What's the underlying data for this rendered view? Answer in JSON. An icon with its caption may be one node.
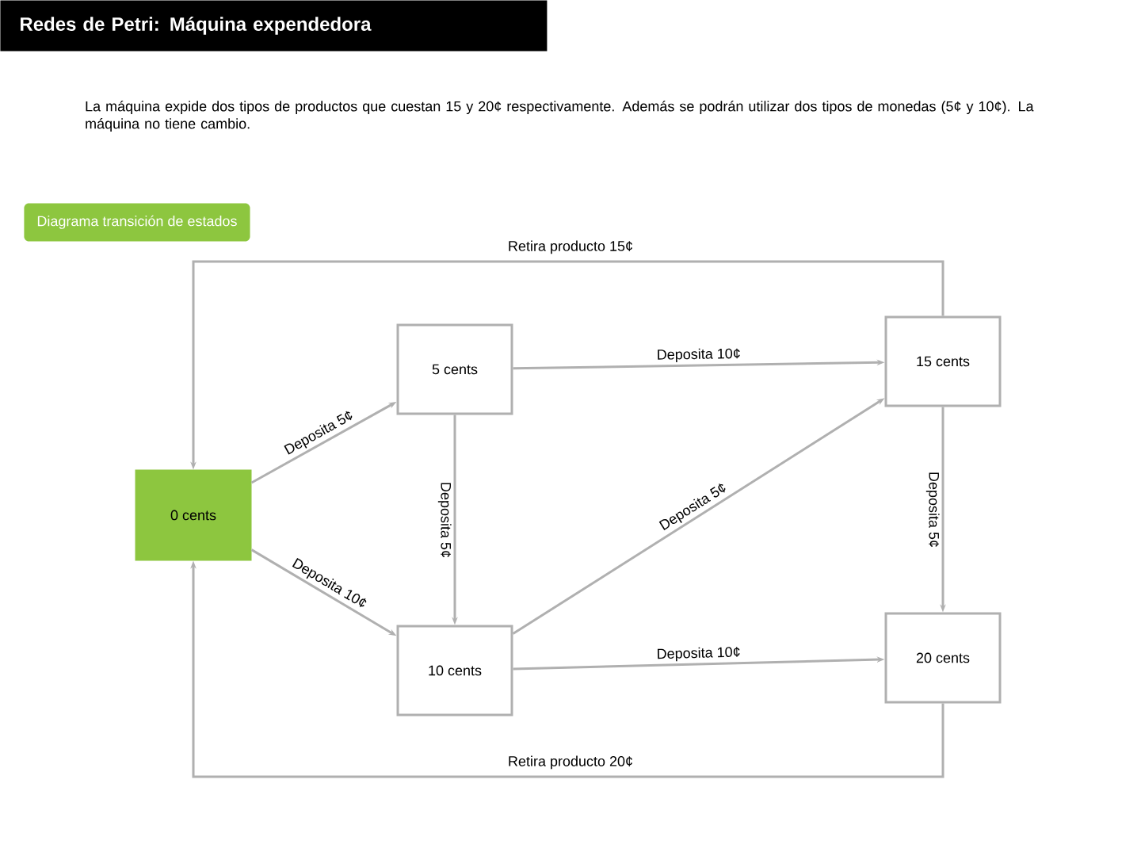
{
  "diagram": {
    "title": "Redes de Petri: Máquina expendedora",
    "nodes": [
      {
        "text": [
          "0 cents"
        ]
      },
      {
        "text": [
          "5 cents"
        ]
      },
      {
        "text": [
          "15 cents"
        ]
      },
      {
        "text": [
          "10 cents"
        ]
      },
      {
        "text": [
          "20 cents"
        ]
      }
    ],
    "edges": [
      {
        "from": 0,
        "to": 1,
        "arrow": "to",
        "label": "Deposita 5¢"
      },
      {
        "from": 0,
        "to": 3,
        "arrow": "to",
        "label": "Deposita 10¢"
      },
      {
        "from": 1,
        "to": 2,
        "arrow": "to",
        "label": "Deposita 10¢"
      },
      {
        "from": 1,
        "to": 3,
        "arrow": "to",
        "label": "Deposita 5¢"
      },
      {
        "from": 3,
        "to": 2,
        "arrow": "to",
        "label": "Deposita 5¢"
      },
      {
        "from": 3,
        "to": 4,
        "arrow": "to",
        "label": "Deposita 10¢"
      },
      {
        "from": 2,
        "to": 4,
        "arrow": "to",
        "label": "Deposita 5¢"
      },
      {
        "from": 2,
        "to": 0,
        "arrow": "to",
        "label": "Retira producto 15¢"
      },
      {
        "from": 4,
        "to": 0,
        "arrow": "to",
        "label": "Retira producto 20¢"
      }
    ],
    "labels": [
      "La máquina expide dos tipos de productos que cuestan 15 y 20¢ respectivamente. Además se podrán utilizar dos tipos de monedas (5¢ y 10¢). La máquina no tiene cambio.",
      "Diagrama transición de estados"
    ]
  }
}
